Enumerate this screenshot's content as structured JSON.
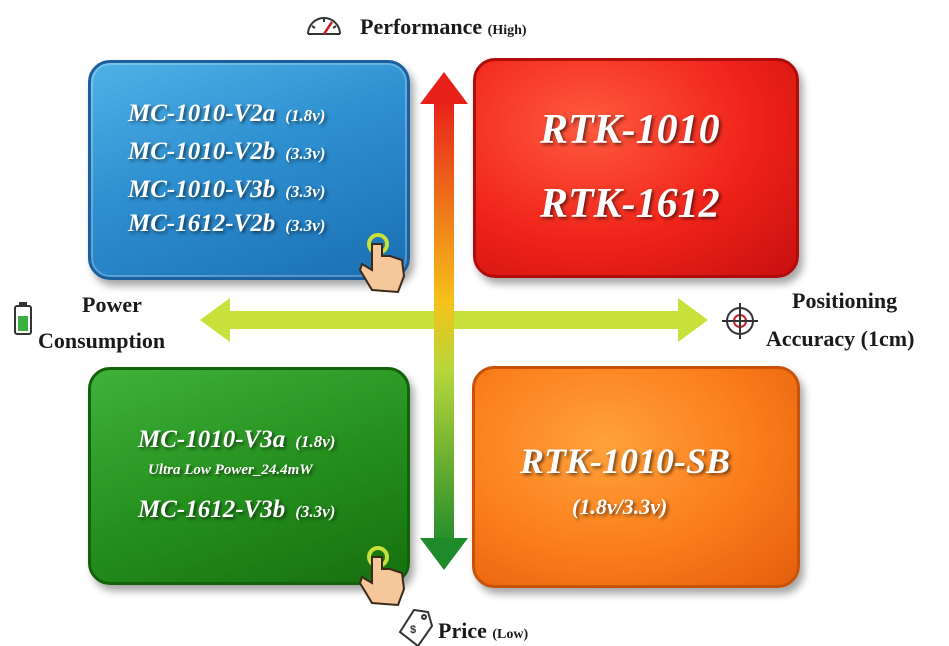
{
  "axes": {
    "top": {
      "label": "Performance",
      "qualifier": "(High)",
      "icon": "speedometer-icon"
    },
    "bottom": {
      "label": "Price",
      "qualifier": "(Low)",
      "icon": "price-tag-icon"
    },
    "left": {
      "line1": "Power",
      "line2": "Consumption",
      "icon": "battery-icon"
    },
    "right": {
      "line1": "Positioning",
      "line2": "Accuracy (1cm)",
      "icon": "crosshair-icon"
    }
  },
  "quadrants": {
    "top_left": {
      "color": "#2e8fd0",
      "items": [
        {
          "model": "MC-1010-V2a",
          "voltage": "(1.8v)"
        },
        {
          "model": "MC-1010-V2b",
          "voltage": "(3.3v)"
        },
        {
          "model": "MC-1010-V3b",
          "voltage": "(3.3v)"
        },
        {
          "model": "MC-1612-V2b",
          "voltage": "(3.3v)"
        }
      ]
    },
    "top_right": {
      "color": "#f0231a",
      "items": [
        "RTK-1010",
        "RTK-1612"
      ]
    },
    "bottom_left": {
      "color": "#26911f",
      "items": [
        {
          "model": "MC-1010-V3a",
          "voltage": "(1.8v)"
        },
        {
          "model": "MC-1612-V3b",
          "voltage": "(3.3v)"
        }
      ],
      "note": "Ultra Low Power_24.4mW"
    },
    "bottom_right": {
      "color": "#fb7c1b",
      "title": "RTK-1010-SB",
      "voltage": "(1.8v/3.3v)"
    }
  },
  "colors": {
    "vertical_arrow_top": "#e8201a",
    "vertical_arrow_mid": "#f5c21a",
    "vertical_arrow_bottom": "#1f8a2a",
    "horizontal_arrow": "#c8e03a"
  }
}
